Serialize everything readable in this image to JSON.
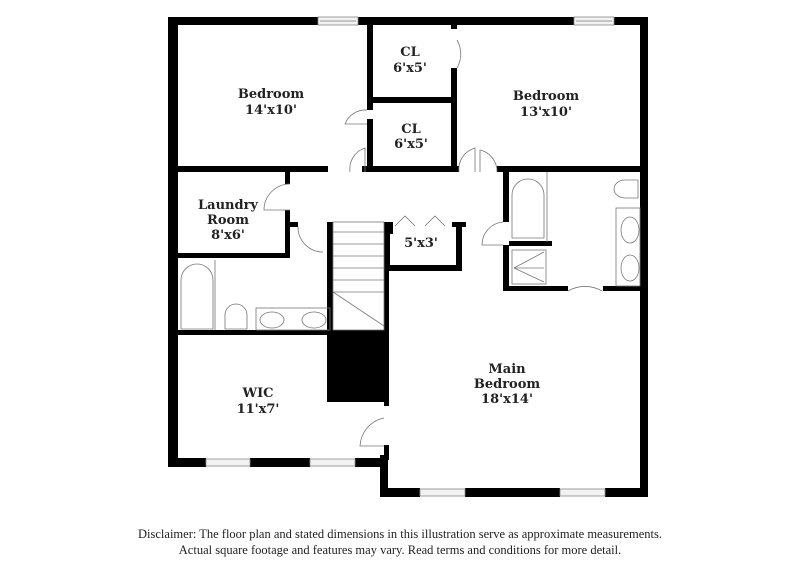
{
  "rooms": [
    {
      "id": "bedroom-2",
      "name": "Bedroom",
      "dims": "14'x10'"
    },
    {
      "id": "closet-1",
      "name": "CL",
      "dims": "6'x5'"
    },
    {
      "id": "closet-2",
      "name": "CL",
      "dims": "6'x5'"
    },
    {
      "id": "bedroom-3",
      "name": "Bedroom",
      "dims": "13'x10'"
    },
    {
      "id": "laundry",
      "name_line1": "Laundry",
      "name_line2": "Room",
      "dims": "8'x6'"
    },
    {
      "id": "linen-closet",
      "dims": "5'x3'"
    },
    {
      "id": "wic",
      "name": "WIC",
      "dims": "11'x7'"
    },
    {
      "id": "main-bedroom",
      "name_line1": "Main",
      "name_line2": "Bedroom",
      "dims": "18'x14'"
    }
  ],
  "disclaimer": {
    "line1": "Disclaimer: The floor plan and stated dimensions in this illustration serve as approximate measurements.",
    "line2": "Actual square footage and features may vary. Read terms and conditions for more detail."
  }
}
